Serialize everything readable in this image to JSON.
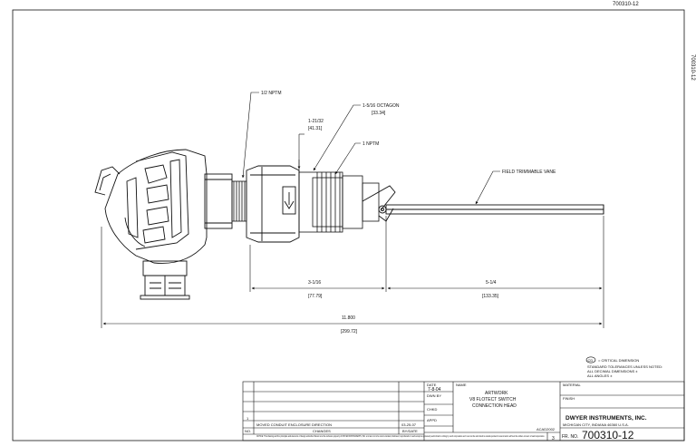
{
  "drawing": {
    "top_number": "700310-12",
    "side_number": "700310-12"
  },
  "callouts": {
    "npt_half": "1/2 NPTM",
    "octagon": "1-5/16 OCTAGON",
    "octagon_mm": "[33.34]",
    "width_in": "1-21/32",
    "width_mm": "[41.31]",
    "npt_one": "1 NPTM",
    "vane": "FIELD TRIMMABLE VANE"
  },
  "dimensions": {
    "left_in": "3-1/16",
    "left_mm": "[77.79]",
    "right_in": "5-1/4",
    "right_mm": "[133.35]",
    "total_in": "11.800",
    "total_mm": "[299.72]"
  },
  "notes": {
    "critical_symbol": "CD",
    "critical": "= CRITICAL DIMENSION",
    "line1": "STANDARD TOLERANCES UNLESS NOTED:",
    "line2": "ALL DECIMAL DIMENSIONS ±",
    "line3": "ALL ANGLES ±"
  },
  "title_block": {
    "date_label": "DATE",
    "date_value": "7-8-04",
    "dwn_label": "DWN BY",
    "chkd_label": "CHKD",
    "appd_label": "APPD",
    "name_label": "NAME",
    "name_line1": "ARTWORK",
    "name_line2": "V8 FLOTECT SWITCH",
    "name_line3": "CONNECTION HEAD",
    "material_label": "MATERIAL",
    "finish_label": "FINISH",
    "company": "DWYER INSTRUMENTS, INC.",
    "address": "MICHIGAN CITY, INDIANA 46360   U.S.A.",
    "revision_number": "1",
    "revision_change": "MOVED CONDUIT ENCLOSURE DIRECTION",
    "revision_date": "03-25-07",
    "no_label": "NO.",
    "changes_label": "CHANGES",
    "bydate_label": "BY/DATE",
    "acad_label": "ACAD2002",
    "notice": "NOTICE: This drawing and the principles and elements of design embodied therein are the exclusive property of DWYER INSTRUMENTS, INC. and are not to be communicated, disclosed, reproduced or used except as previously authorized in writing by such corporation and must not be submitted to outside parties for examination without the written consent of said corporation.",
    "sheet": "3",
    "fr_no_label": "FR. NO.",
    "fr_no_value": "700310-12"
  }
}
